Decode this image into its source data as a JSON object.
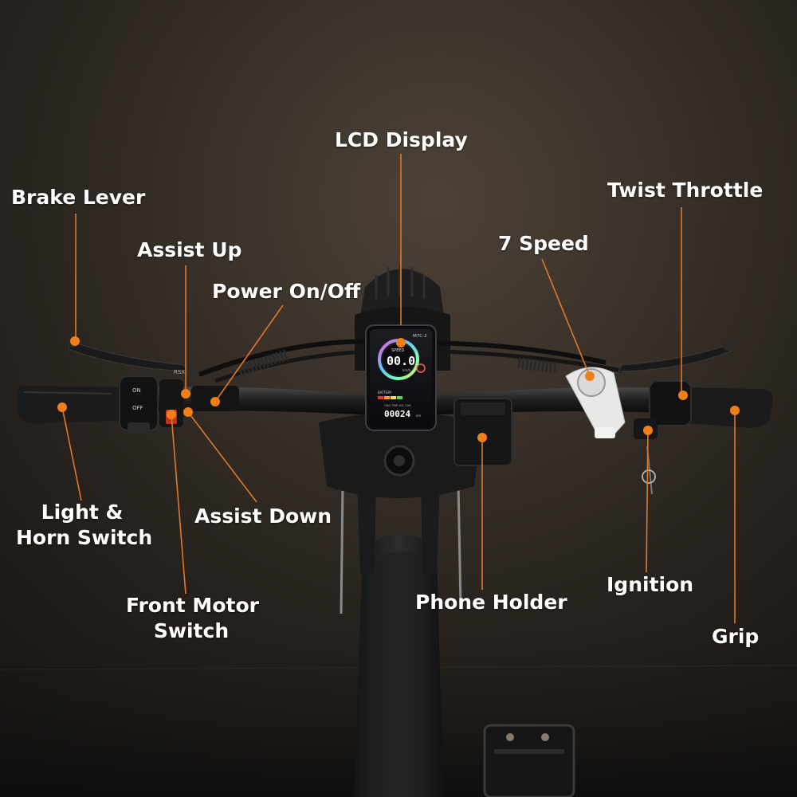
{
  "labels": {
    "lcd_display": "LCD Display",
    "brake_lever": "Brake Lever",
    "twist_throttle": "Twist Throttle",
    "assist_up": "Assist Up",
    "power_on_off": "Power On/Off",
    "seven_speed": "7 Speed",
    "light_horn_switch_line1": "Light &",
    "light_horn_switch_line2": "Horn Switch",
    "assist_down": "Assist Down",
    "front_motor_switch_line1": "Front Motor",
    "front_motor_switch_line2": "Switch",
    "phone_holder": "Phone Holder",
    "ignition": "Ignition",
    "grip": "Grip"
  },
  "display": {
    "model": "M7C-2",
    "speed_caption": "SPEED",
    "speed_value": "00.0",
    "speed_unit": "km/h",
    "battery_caption": "BATTERY",
    "odometer": "00024",
    "odometer_unit": "km",
    "trip_labels": "ODO TRIP VOL CUR"
  },
  "colors": {
    "accent_dot": "#f07f1a",
    "leader_line": "#e0782a",
    "label_text": "#ffffff"
  }
}
